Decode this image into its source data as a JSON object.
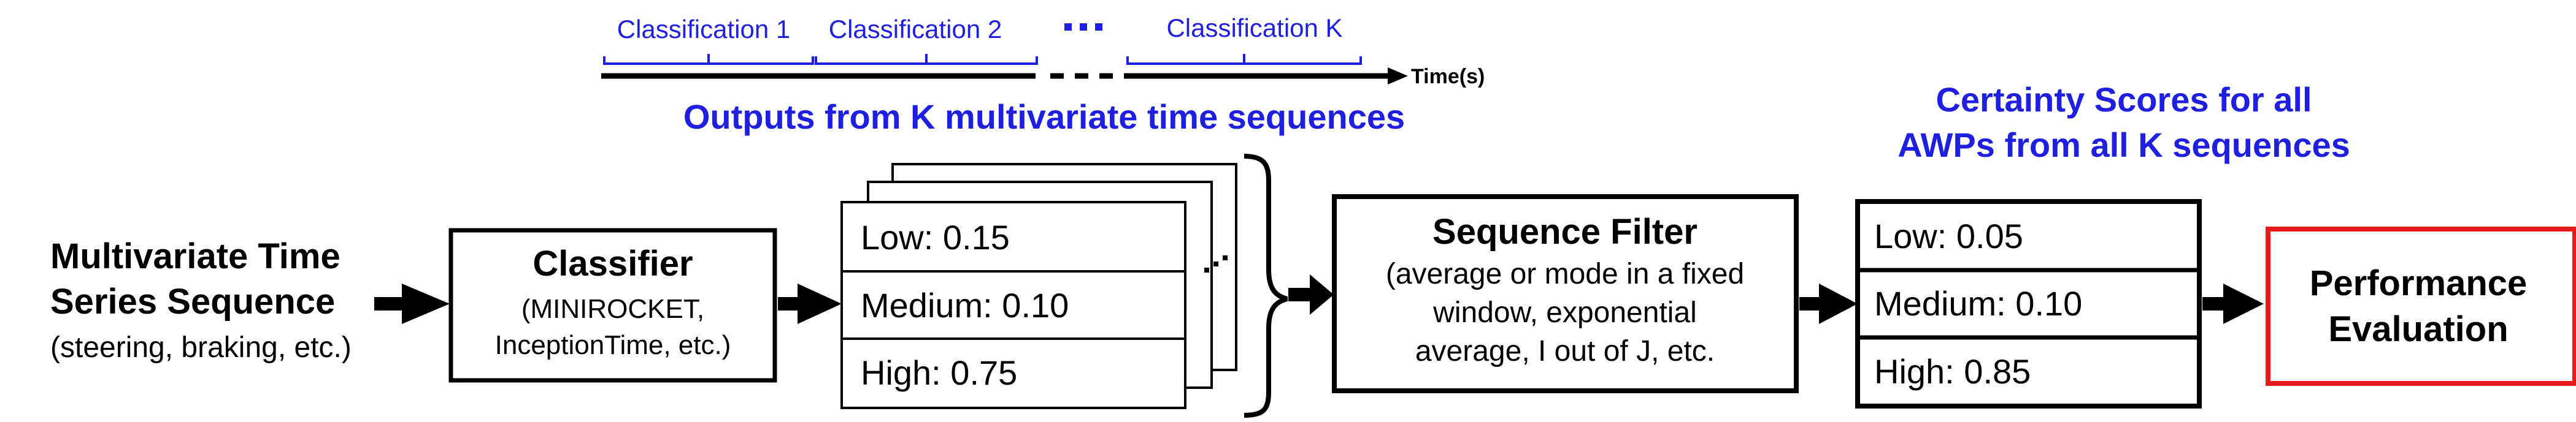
{
  "timeline": {
    "segments": [
      "Classification 1",
      "Classification 2",
      "Classification K"
    ],
    "ellipsis": "...",
    "axis_label": "Time(s)",
    "caption": "Outputs from K multivariate time sequences"
  },
  "input": {
    "title_line1": "Multivariate Time",
    "title_line2": "Series Sequence",
    "subtitle": "(steering, braking, etc.)"
  },
  "classifier": {
    "title": "Classifier",
    "detail_line1": "(MINIROCKET,",
    "detail_line2": "InceptionTime, etc.)"
  },
  "outputs": {
    "rows": [
      {
        "label": "Low",
        "value": "0.15"
      },
      {
        "label": "Medium",
        "value": "0.10"
      },
      {
        "label": "High",
        "value": "0.75"
      }
    ],
    "stack_ellipsis": "..."
  },
  "filter": {
    "title": "Sequence Filter",
    "detail_line1": "(average or mode in a fixed",
    "detail_line2": "window, exponential",
    "detail_line3": "average, I out of J, etc."
  },
  "certainty": {
    "heading_line1": "Certainty Scores for all",
    "heading_line2": "AWPs from all K sequences",
    "rows": [
      {
        "label": "Low",
        "value": "0.05"
      },
      {
        "label": "Medium",
        "value": "0.10"
      },
      {
        "label": "High",
        "value": "0.85"
      }
    ]
  },
  "evaluation": {
    "line1": "Performance",
    "line2": "Evaluation"
  },
  "colors": {
    "accent_blue": "#1f1fe0",
    "evaluation_border": "#e31b1b",
    "stroke": "#000000"
  }
}
